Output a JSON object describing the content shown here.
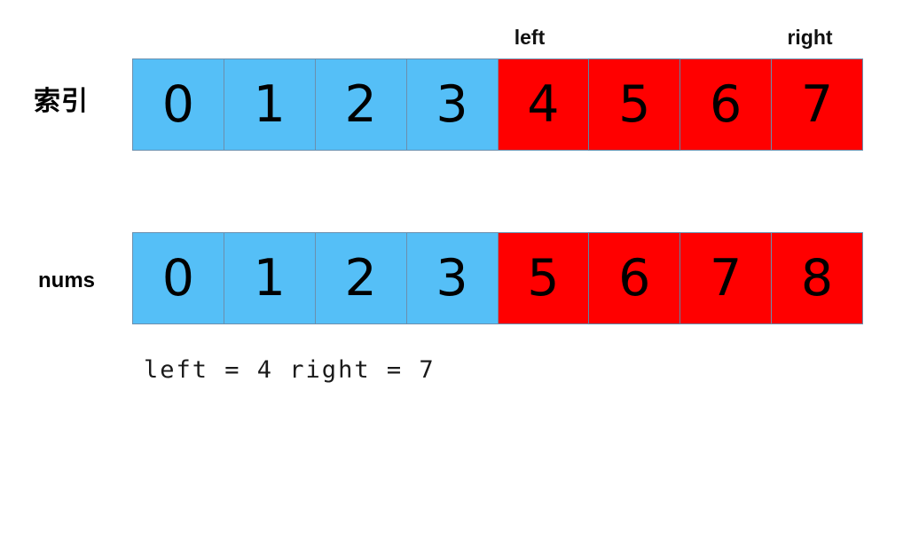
{
  "diagram": {
    "pointers": [
      {
        "name": "left",
        "label": "left",
        "index": 4
      },
      {
        "name": "right",
        "label": "right",
        "index": 7
      }
    ],
    "rows": [
      {
        "name": "index",
        "caption": "索引",
        "cells": [
          {
            "value": "0",
            "color": "blue",
            "marked": false
          },
          {
            "value": "1",
            "color": "blue",
            "marked": false
          },
          {
            "value": "2",
            "color": "blue",
            "marked": false
          },
          {
            "value": "3",
            "color": "blue",
            "marked": false
          },
          {
            "value": "4",
            "color": "red",
            "marked": false
          },
          {
            "value": "5",
            "color": "red",
            "marked": true
          },
          {
            "value": "6",
            "color": "red",
            "marked": false
          },
          {
            "value": "7",
            "color": "red",
            "marked": false
          }
        ]
      },
      {
        "name": "nums",
        "caption": "nums",
        "cells": [
          {
            "value": "0",
            "color": "blue",
            "marked": false
          },
          {
            "value": "1",
            "color": "blue",
            "marked": false
          },
          {
            "value": "2",
            "color": "blue",
            "marked": false
          },
          {
            "value": "3",
            "color": "blue",
            "marked": false
          },
          {
            "value": "5",
            "color": "red",
            "marked": false
          },
          {
            "value": "6",
            "color": "red",
            "marked": true
          },
          {
            "value": "7",
            "color": "red",
            "marked": false
          },
          {
            "value": "8",
            "color": "red",
            "marked": false
          }
        ]
      }
    ],
    "expression": "left = 4 right = 7",
    "colors": {
      "inactive_range": "#55bff7",
      "active_range": "#ff0000",
      "cell_border": "#6a8fae",
      "text": "#000000",
      "background": "#ffffff"
    }
  }
}
